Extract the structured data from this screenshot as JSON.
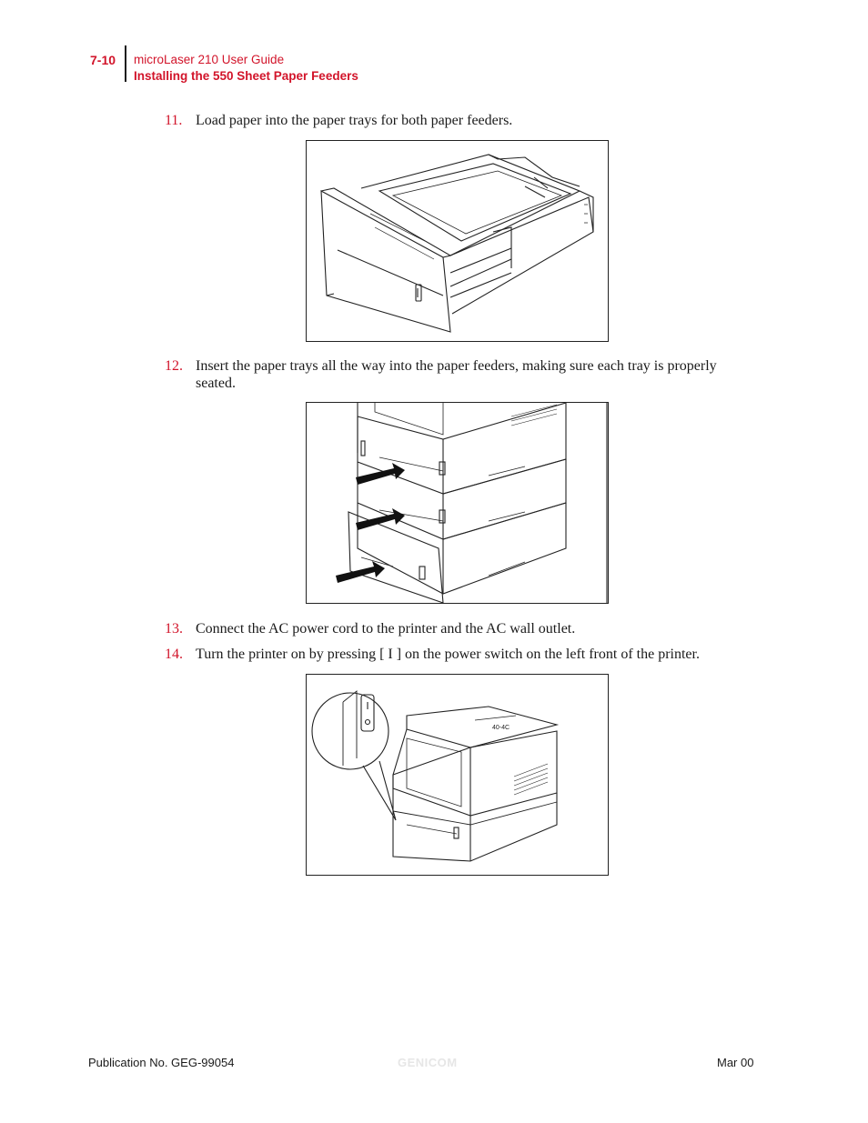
{
  "header": {
    "page_number": "7-10",
    "guide_title": "microLaser 210 User Guide",
    "section_title": "Installing the 550 Sheet Paper Feeders"
  },
  "steps": [
    {
      "number": "11.",
      "text": "Load paper into the paper trays for both paper feeders."
    },
    {
      "number": "12.",
      "text": "Insert the paper trays all the way into the paper feeders, making sure each tray is properly seated."
    },
    {
      "number": "13.",
      "text": "Connect the AC power cord to the printer and the AC wall outlet."
    },
    {
      "number": "14.",
      "text": "Turn the printer on by pressing [ I ] on the power switch on the left front of the printer."
    }
  ],
  "figures": {
    "fig3_label": "40-4C"
  },
  "footer": {
    "publication": "Publication No. GEG-99054",
    "watermark": "GENICOM",
    "date": "Mar 00"
  },
  "colors": {
    "accent": "#d2142a",
    "text": "#1a1a1a"
  }
}
